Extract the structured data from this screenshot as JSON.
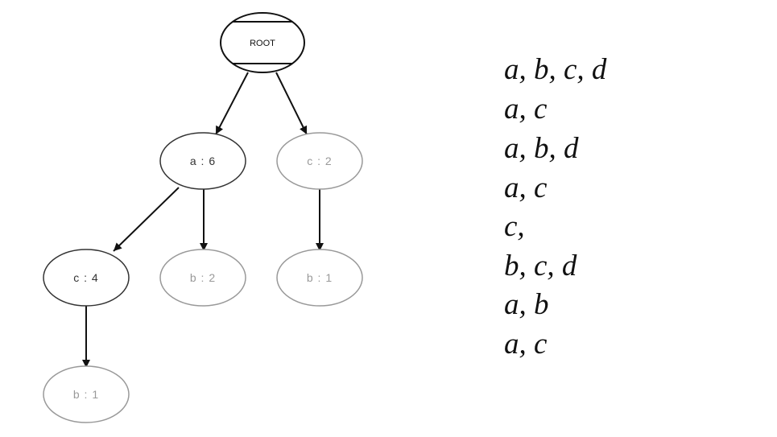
{
  "tree": {
    "nodes": [
      {
        "id": "root",
        "label": "ROOT",
        "style": "root"
      },
      {
        "id": "a6",
        "label": "a : 6",
        "style": "dark"
      },
      {
        "id": "c2",
        "label": "c : 2",
        "style": "light"
      },
      {
        "id": "c4",
        "label": "c : 4",
        "style": "dark"
      },
      {
        "id": "b2",
        "label": "b : 2",
        "style": "light"
      },
      {
        "id": "b1_right",
        "label": "b : 1",
        "style": "light"
      },
      {
        "id": "b1_bottom",
        "label": "b : 1",
        "style": "light"
      }
    ],
    "edges": [
      {
        "from": "root",
        "to": "a6"
      },
      {
        "from": "root",
        "to": "c2"
      },
      {
        "from": "a6",
        "to": "c4"
      },
      {
        "from": "a6",
        "to": "b2"
      },
      {
        "from": "c2",
        "to": "b1_right"
      },
      {
        "from": "c4",
        "to": "b1_bottom"
      }
    ]
  },
  "transactions": [
    "a, b, c, d",
    "a, c",
    "a, b, d",
    "a, c",
    "c,",
    "b, c, d",
    "a, b",
    "a, c"
  ],
  "colors": {
    "dark": "#333333",
    "light": "#999999",
    "edge": "#111111"
  }
}
